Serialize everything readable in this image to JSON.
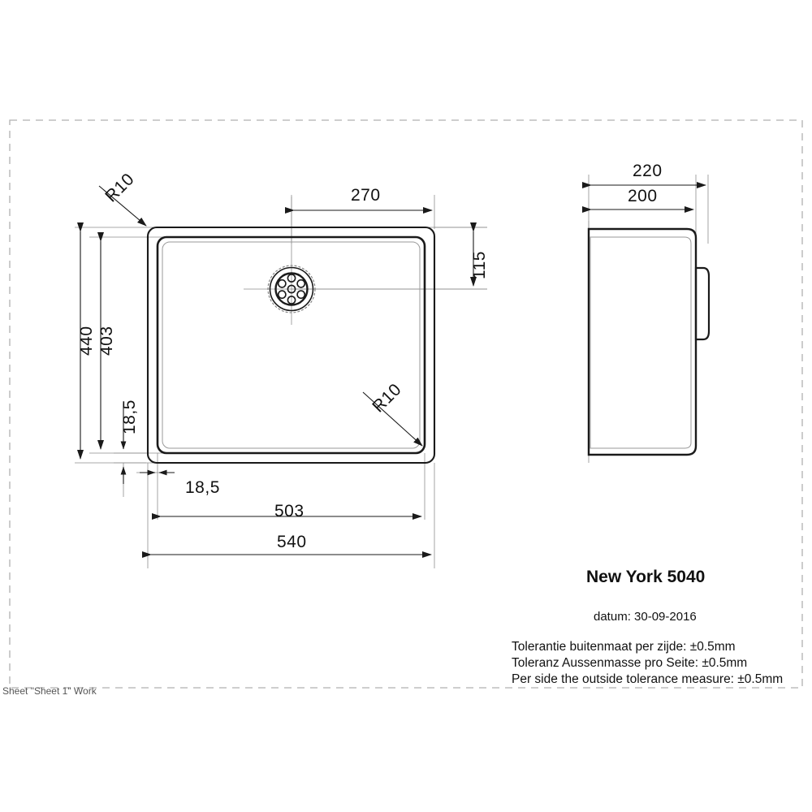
{
  "drawing": {
    "kind": "technical-drawing",
    "subject": "kitchen sink",
    "views": [
      {
        "name": "top-view",
        "label": ""
      },
      {
        "name": "side-view",
        "label": ""
      }
    ]
  },
  "dimensions": {
    "top_view": {
      "overall_width": "540",
      "bowl_width": "503",
      "overall_height": "440",
      "bowl_height": "403",
      "rim_offset_left": "18,5",
      "rim_offset_top": "18,5",
      "drain_from_right": "270",
      "drain_from_top": "115",
      "corner_radius_top_left": "R10",
      "corner_radius_bottom_right": "R10"
    },
    "side_view": {
      "overall_depth": "220",
      "body_depth": "200"
    }
  },
  "titleblock": {
    "product": "New York 5040",
    "date": "datum: 30-09-2016",
    "tolerance_nl": "Tolerantie buitenmaat per zijde: ±0.5mm",
    "tolerance_de": "Toleranz Aussenmasse pro Seite: ±0.5mm",
    "tolerance_en": "Per side the outside tolerance measure: ±0.5mm"
  },
  "footer": {
    "sheet_label": "Sheet \"Sheet 1\" Work"
  },
  "colors": {
    "line": "#1a1a1a",
    "thin_line": "#8a8a8a",
    "frame_dash": "#b0b0b0",
    "background": "#ffffff"
  }
}
